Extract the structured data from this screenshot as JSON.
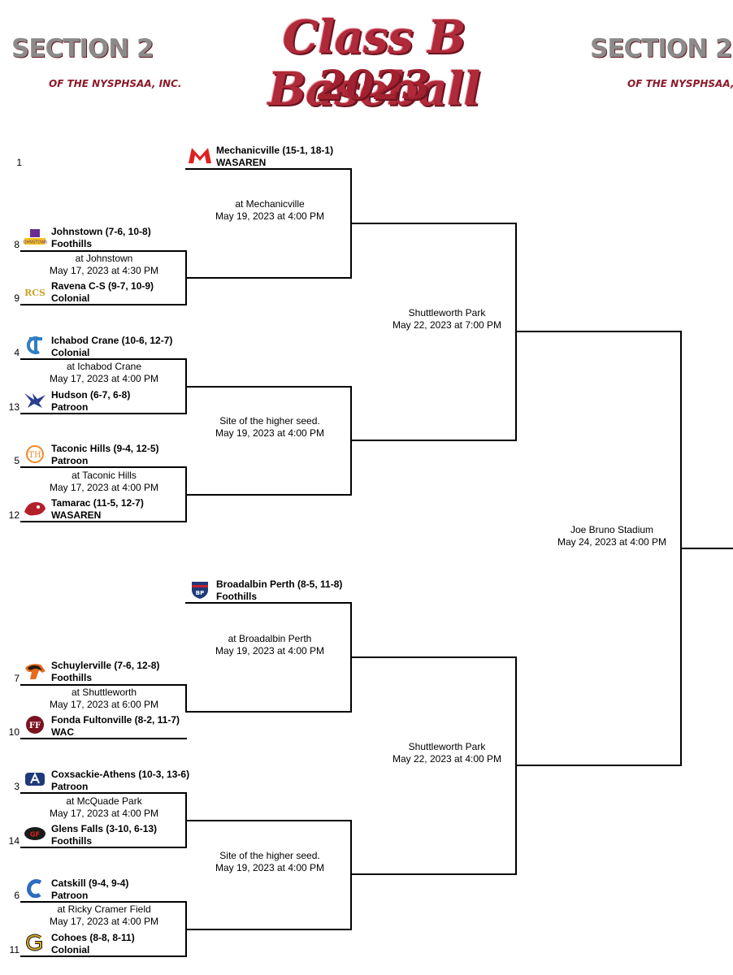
{
  "header": {
    "title": "Class B Baseball",
    "year": "2023",
    "logo_main": "SECTION 2",
    "logo_sub": "OF THE NYSPHSAA, INC."
  },
  "icons": {
    "mechanicville": "m-logo-icon",
    "johnstown": "johnstown-logo-icon",
    "ravena": "rcs-logo-icon",
    "ichabod": "ic-logo-icon",
    "hudson": "hawk-logo-icon",
    "taconic": "th-logo-icon",
    "tamarac": "bear-logo-icon",
    "broadalbin": "bp-shield-icon",
    "schuylerville": "horse-logo-icon",
    "fonda": "ff-logo-icon",
    "coxsackie": "ca-logo-icon",
    "glens": "gf-logo-icon",
    "catskill": "c-logo-icon",
    "cohoes": "g-logo-icon"
  },
  "teams": [
    {
      "seed": "1",
      "name": "Mechanicville (15-1, 18-1)",
      "league": "WASAREN"
    },
    {
      "seed": "8",
      "name": "Johnstown (7-6, 10-8)",
      "league": "Foothills"
    },
    {
      "seed": "9",
      "name": "Ravena C-S (9-7, 10-9)",
      "league": "Colonial"
    },
    {
      "seed": "4",
      "name": "Ichabod Crane (10-6, 12-7)",
      "league": "Colonial"
    },
    {
      "seed": "13",
      "name": "Hudson (6-7, 6-8)",
      "league": "Patroon"
    },
    {
      "seed": "5",
      "name": "Taconic Hills (9-4, 12-5)",
      "league": "Patroon"
    },
    {
      "seed": "12",
      "name": "Tamarac (11-5, 12-7)",
      "league": "WASAREN"
    },
    {
      "seed": "",
      "name": "Broadalbin Perth (8-5, 11-8)",
      "league": "Foothills"
    },
    {
      "seed": "7",
      "name": "Schuylerville (7-6, 12-8)",
      "league": "Foothills"
    },
    {
      "seed": "10",
      "name": "Fonda Fultonville (8-2, 11-7)",
      "league": "WAC"
    },
    {
      "seed": "3",
      "name": "Coxsackie-Athens (10-3, 13-6)",
      "league": "Patroon"
    },
    {
      "seed": "14",
      "name": "Glens Falls (3-10, 6-13)",
      "league": "Foothills"
    },
    {
      "seed": "6",
      "name": "Catskill (9-4, 9-4)",
      "league": "Patroon"
    },
    {
      "seed": "11",
      "name": "Cohoes (8-8, 8-11)",
      "league": "Colonial"
    }
  ],
  "round1": [
    {
      "site": "at Johnstown",
      "time": "May 17, 2023 at 4:30 PM"
    },
    {
      "site": "at Ichabod Crane",
      "time": "May 17, 2023 at 4:00 PM"
    },
    {
      "site": "at Taconic Hills",
      "time": "May 17, 2023 at 4:00 PM"
    },
    {
      "site": "at Shuttleworth",
      "time": "May 17, 2023 at 6:00 PM"
    },
    {
      "site": "at McQuade Park",
      "time": "May 17, 2023 at 4:00 PM"
    },
    {
      "site": "at Ricky Cramer Field",
      "time": "May 17, 2023 at 4:00 PM"
    }
  ],
  "quarterfinals": [
    {
      "site": "at Mechanicville",
      "time": "May 19, 2023 at 4:00 PM"
    },
    {
      "site": "Site of the higher seed.",
      "time": "May 19, 2023 at 4:00 PM"
    },
    {
      "site": "at Broadalbin Perth",
      "time": "May 19, 2023 at 4:00 PM"
    },
    {
      "site": "Site of the higher seed.",
      "time": "May 19, 2023 at 4:00 PM"
    }
  ],
  "semifinals": [
    {
      "site": "Shuttleworth Park",
      "time": "May 22, 2023 at 7:00 PM"
    },
    {
      "site": "Shuttleworth Park",
      "time": "May 22, 2023 at 4:00 PM"
    }
  ],
  "final": {
    "site": "Joe Bruno Stadium",
    "time": "May 24, 2023 at 4:00 PM"
  }
}
